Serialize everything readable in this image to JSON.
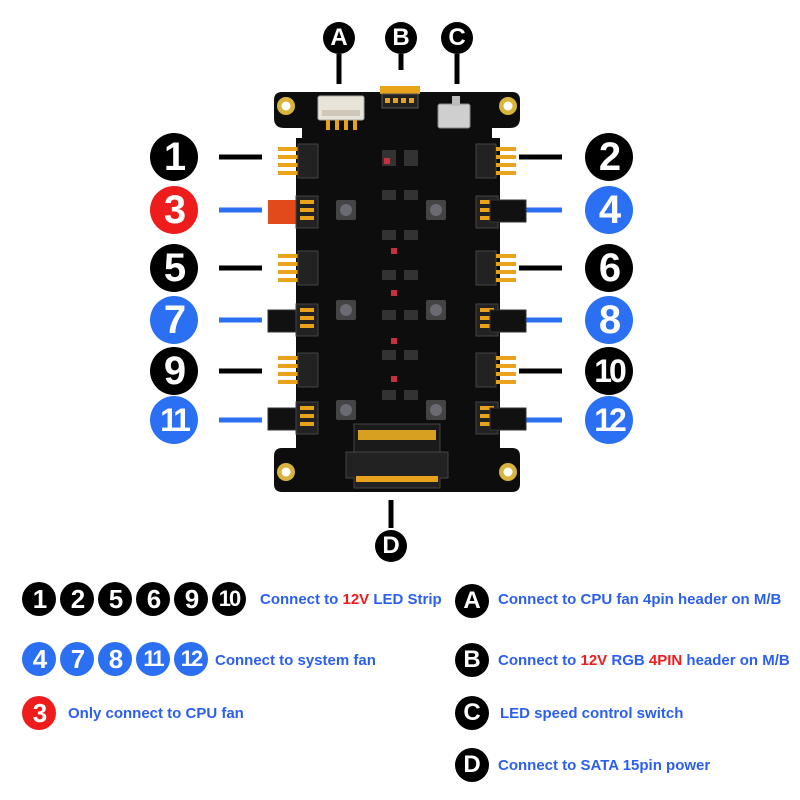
{
  "labels": {
    "letters": [
      "A",
      "B",
      "C",
      "D"
    ],
    "left_numbers": [
      "1",
      "3",
      "5",
      "7",
      "9",
      "11"
    ],
    "right_numbers": [
      "2",
      "4",
      "6",
      "8",
      "10",
      "12"
    ]
  },
  "colors": {
    "black": "#000000",
    "blue": "#2b6ff2",
    "red": "#ee1c1c",
    "text_blue": "#2b5ff0",
    "pcb": "#0d0d0d",
    "pin": "#e8a21c"
  },
  "legend": {
    "led_group": [
      "1",
      "2",
      "5",
      "6",
      "9",
      "10"
    ],
    "led_text_a": "Connect  to ",
    "led_text_b": "12V",
    "led_text_c": " LED Strip",
    "fan_group": [
      "4",
      "7",
      "8",
      "11",
      "12"
    ],
    "fan_text": "Connect  to system fan",
    "cpu_num": "3",
    "cpu_text": "Only connect to CPU fan",
    "a_letter": "A",
    "a_text": "Connect  to CPU  fan 4pin header on M/B",
    "b_letter": "B",
    "b_text_a": "Connect to ",
    "b_text_b": "12V",
    "b_text_c": " RGB ",
    "b_text_d": "4PIN",
    "b_text_e": " header on M/B",
    "c_letter": "C",
    "c_text": "LED speed control switch",
    "d_letter": "D",
    "d_text": "Connect  to SATA 15pin power"
  }
}
